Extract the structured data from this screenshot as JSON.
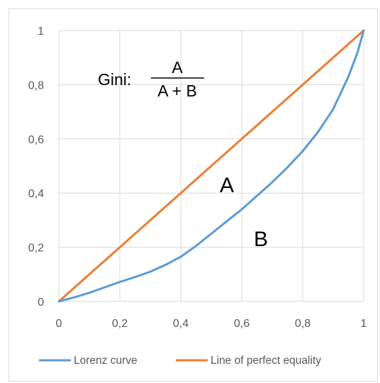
{
  "chart_data": {
    "type": "line",
    "x_ticks": [
      "0",
      "0,2",
      "0,4",
      "0,6",
      "0,8",
      "1"
    ],
    "y_ticks": [
      "0",
      "0,2",
      "0,4",
      "0,6",
      "0,8",
      "1"
    ],
    "xlim": [
      0,
      1
    ],
    "ylim": [
      0,
      1
    ],
    "grid": true,
    "legend_position": "bottom",
    "series": [
      {
        "name": "Lorenz curve",
        "color": "#5B9BD5",
        "points": [
          [
            0,
            0
          ],
          [
            0.05,
            0.015
          ],
          [
            0.1,
            0.032
          ],
          [
            0.15,
            0.052
          ],
          [
            0.2,
            0.072
          ],
          [
            0.25,
            0.09
          ],
          [
            0.3,
            0.11
          ],
          [
            0.35,
            0.135
          ],
          [
            0.4,
            0.165
          ],
          [
            0.45,
            0.205
          ],
          [
            0.5,
            0.25
          ],
          [
            0.55,
            0.295
          ],
          [
            0.6,
            0.34
          ],
          [
            0.65,
            0.39
          ],
          [
            0.7,
            0.44
          ],
          [
            0.75,
            0.495
          ],
          [
            0.8,
            0.555
          ],
          [
            0.85,
            0.625
          ],
          [
            0.9,
            0.71
          ],
          [
            0.95,
            0.83
          ],
          [
            0.98,
            0.92
          ],
          [
            1,
            1
          ]
        ]
      },
      {
        "name": "Line of perfect equality",
        "color": "#ED7D31",
        "points": [
          [
            0,
            0
          ],
          [
            1,
            1
          ]
        ]
      }
    ],
    "annotations": {
      "area_a": "A",
      "area_b": "B",
      "gini_label": "Gini:",
      "gini_numerator": "A",
      "gini_denominator": "A + B"
    }
  }
}
